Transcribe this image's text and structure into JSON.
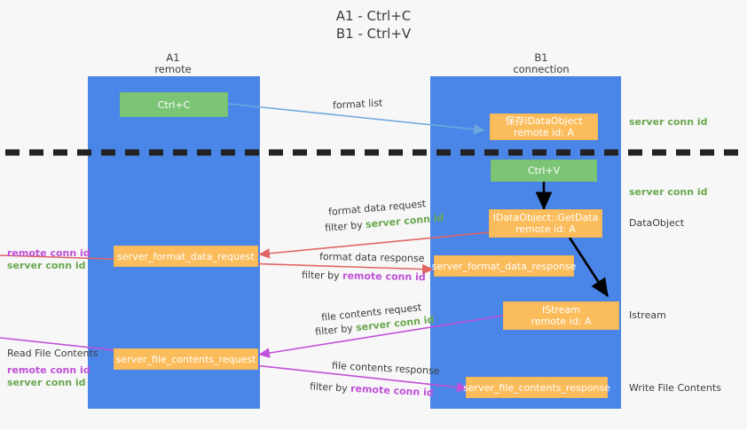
{
  "title": {
    "line1": "A1 - Ctrl+C",
    "line2": "B1 - Ctrl+V"
  },
  "lanes": [
    {
      "name": "A1",
      "sublabel": "remote"
    },
    {
      "name": "B1",
      "sublabel": "connection"
    }
  ],
  "colors": {
    "lane": "#4a86e8",
    "green_node": "#7cc576",
    "orange_node": "#fbbc5c",
    "server_conn_id": "#6aa84f",
    "remote_conn_id": "#c050d8",
    "arrow_blue": "#6fa8dc",
    "arrow_red": "#e06666",
    "arrow_purple": "#c050d8",
    "arrow_black": "#000000",
    "background": "#f7f7f7"
  },
  "nodes": {
    "ctrl_c": {
      "label": "Ctrl+C"
    },
    "ctrl_v": {
      "label": "Ctrl+V"
    },
    "store_dataobject": {
      "line1": "保存IDataObject",
      "line2": "remote id: A"
    },
    "getdata": {
      "line1": "IDataObject::GetData",
      "line2": "remote id: A"
    },
    "istream": {
      "line1": "IStream",
      "line2": "remote id: A"
    },
    "server_format_data_request": {
      "label": "server_format_data_request"
    },
    "server_format_data_response": {
      "label": "server_format_data_response"
    },
    "server_file_contents_request": {
      "label": "server_file_contents_request"
    },
    "server_file_contents_response": {
      "label": "server_file_contents_response"
    }
  },
  "edge_labels": {
    "format_list": "format list",
    "format_data_request": "format data request",
    "format_data_request_filter_prefix": "filter by ",
    "format_data_request_filter_value": "server conn id",
    "format_data_response": "format data response",
    "format_data_response_filter_prefix": "filter by ",
    "format_data_response_filter_value": "remote conn id",
    "file_contents_request": "file contents request",
    "file_contents_request_filter_prefix": "filter by ",
    "file_contents_request_filter_value": "server conn id",
    "file_contents_response": "file contents response",
    "file_contents_response_filter_prefix": "filter by ",
    "file_contents_response_filter_value": "remote conn id"
  },
  "right_labels": {
    "server_conn_id_top": "server conn id",
    "server_conn_id_mid": "server conn id",
    "dataobject": "DataObject",
    "istream": "Istream",
    "write_file_contents": "Write File Contents"
  },
  "left_labels": {
    "conn_ids_mid": {
      "remote": "remote conn id",
      "server": "server conn id"
    },
    "read_file_contents": "Read File Contents",
    "conn_ids_bottom": {
      "remote": "remote conn id",
      "server": "server conn id"
    }
  }
}
